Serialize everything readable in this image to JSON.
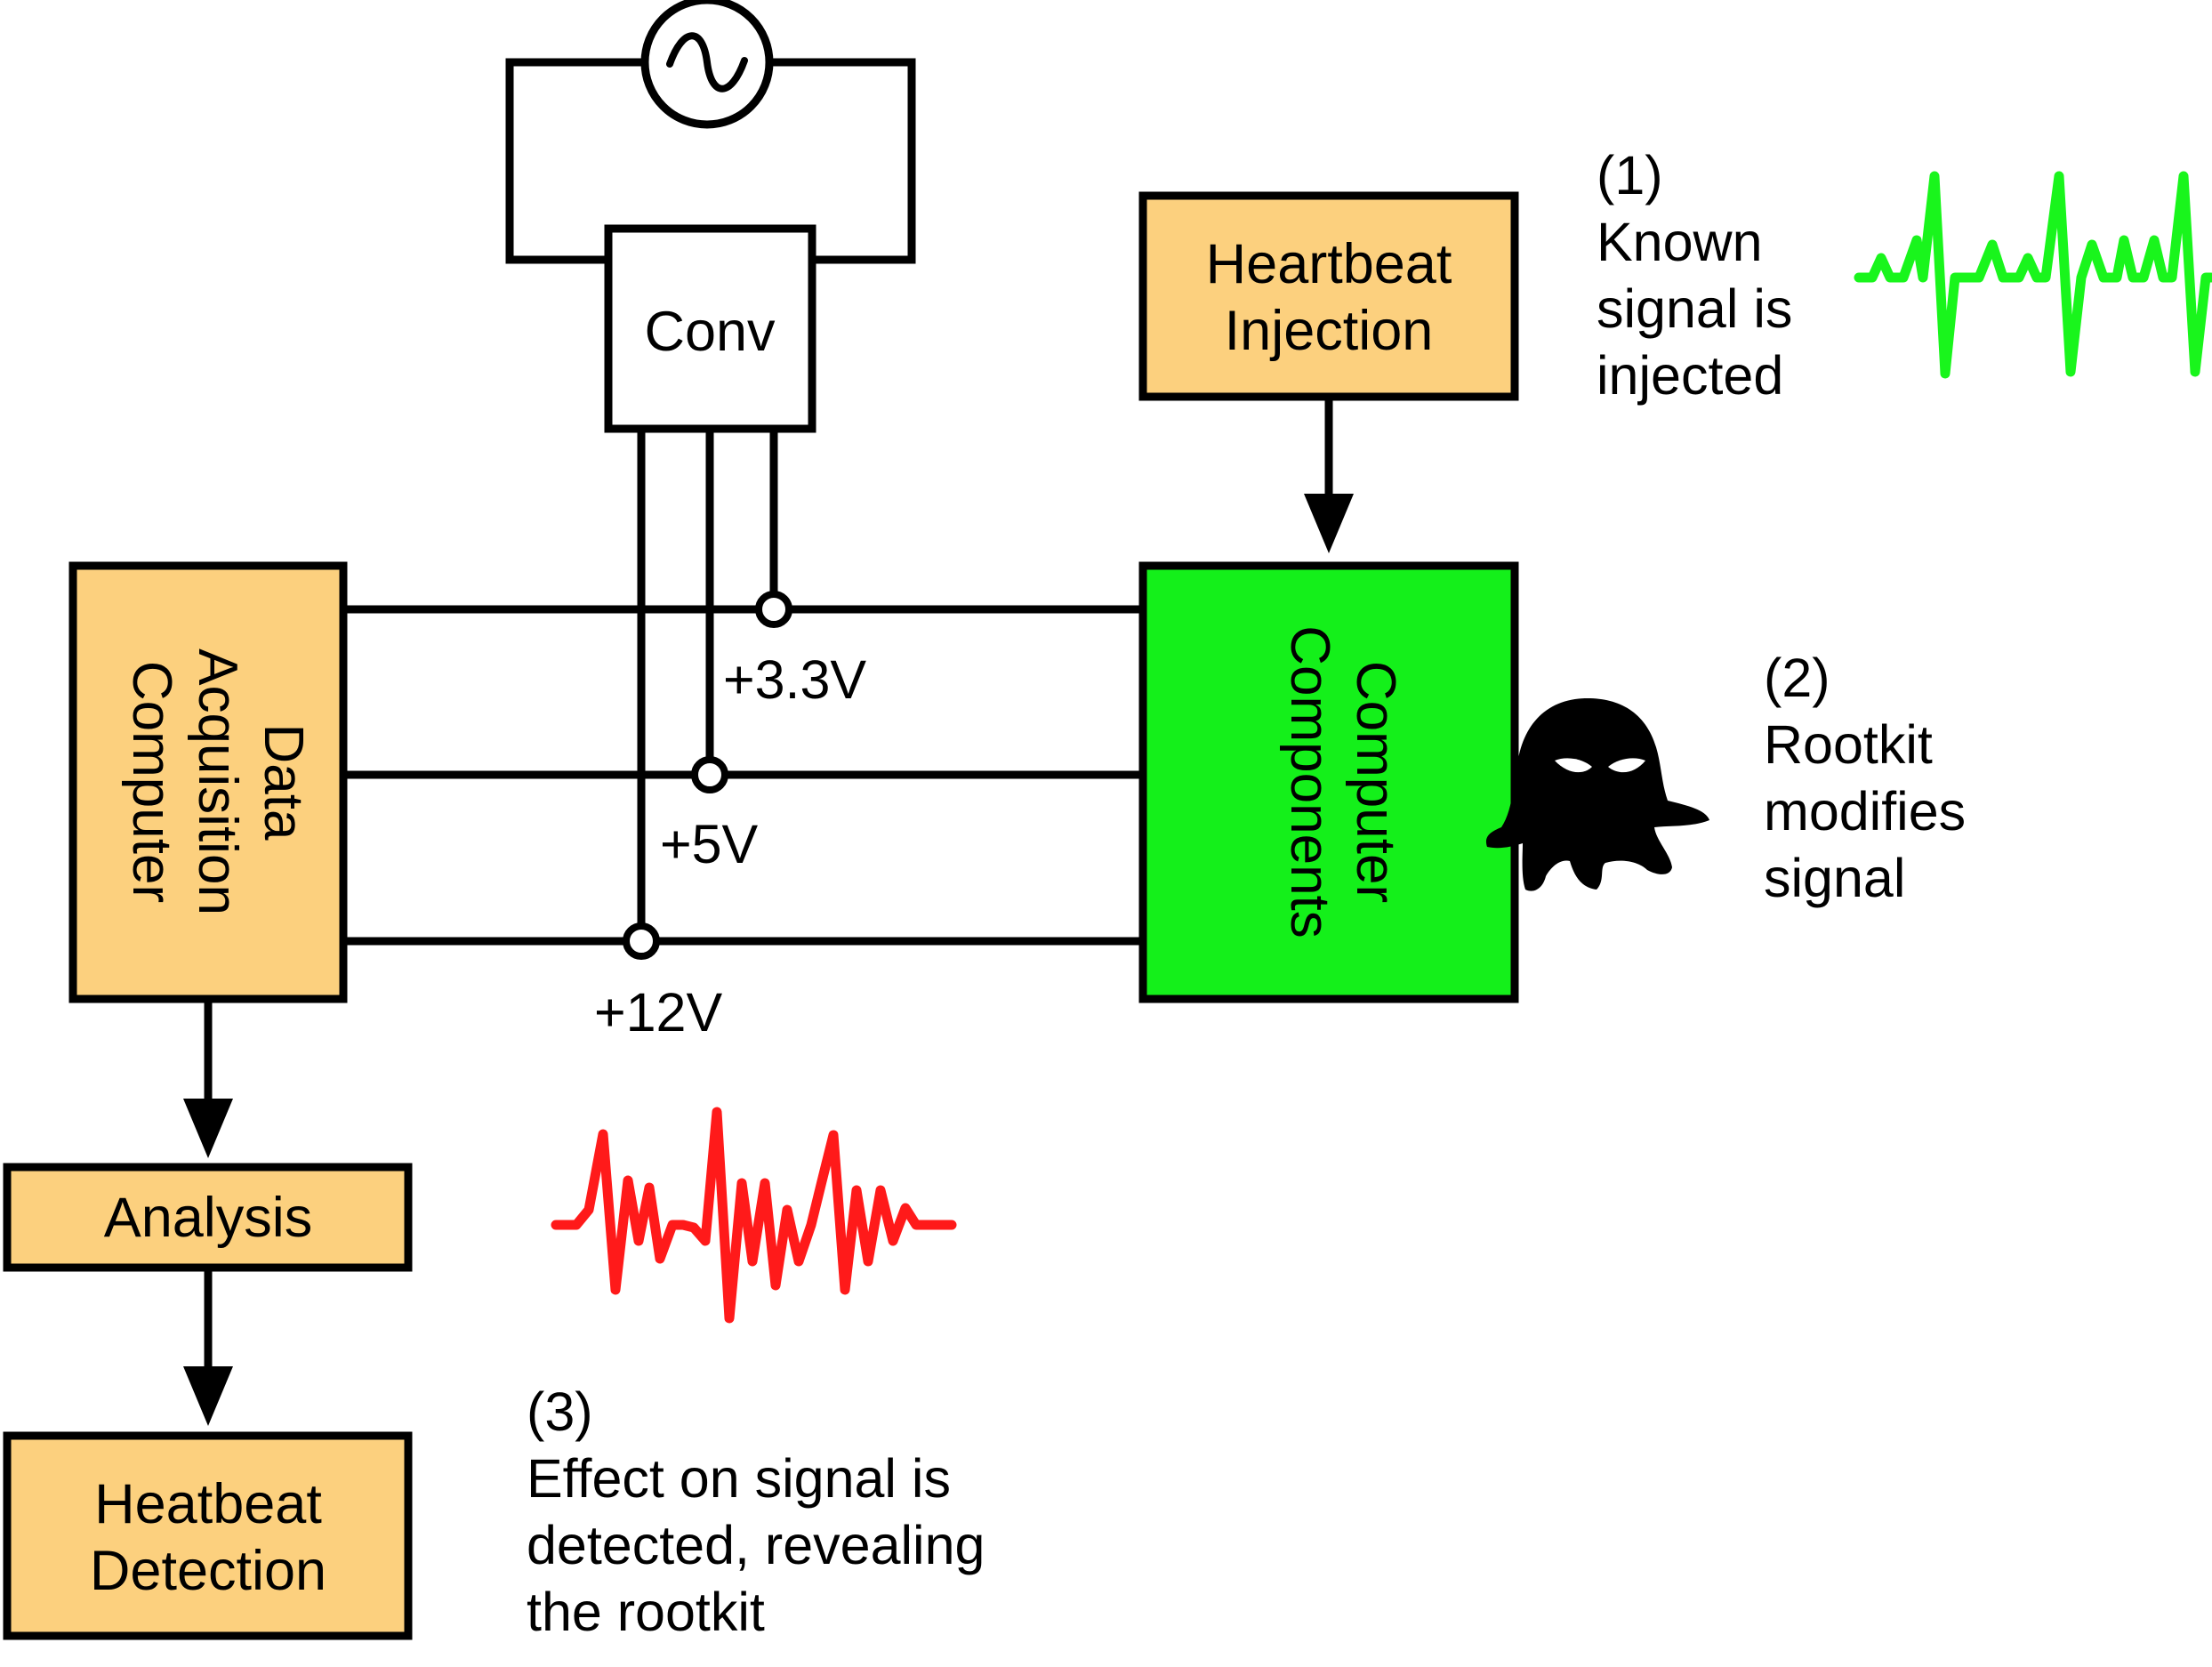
{
  "colors": {
    "box_fill": "#fcd07e",
    "components_fill": "#14f01a",
    "known_signal": "#19f51c",
    "modified_signal": "#ff1a1a",
    "stroke": "#000000"
  },
  "icons": {
    "ac_source": "ac-sine-source-icon",
    "rootkit": "hooded-ghost-icon"
  },
  "boxes": {
    "conv": "Conv",
    "heartbeat_injection": [
      "Heartbeat",
      "Injection"
    ],
    "daq": [
      "Data",
      "Acquisition",
      "Computer"
    ],
    "components": [
      "Computer",
      "Components"
    ],
    "analysis": "Analysis",
    "detection": [
      "Heatbeat",
      "Detection"
    ]
  },
  "voltages": {
    "v33": "+3.3V",
    "v5": "+5V",
    "v12": "+12V"
  },
  "notes": {
    "step1": [
      "(1)",
      "Known",
      "signal is",
      "injected"
    ],
    "step2": [
      "(2)",
      "Rootkit",
      "modifies",
      "signal"
    ],
    "step3": [
      "(3)",
      "Effect on signal is",
      "detected, revealing",
      "the rootkit"
    ]
  }
}
